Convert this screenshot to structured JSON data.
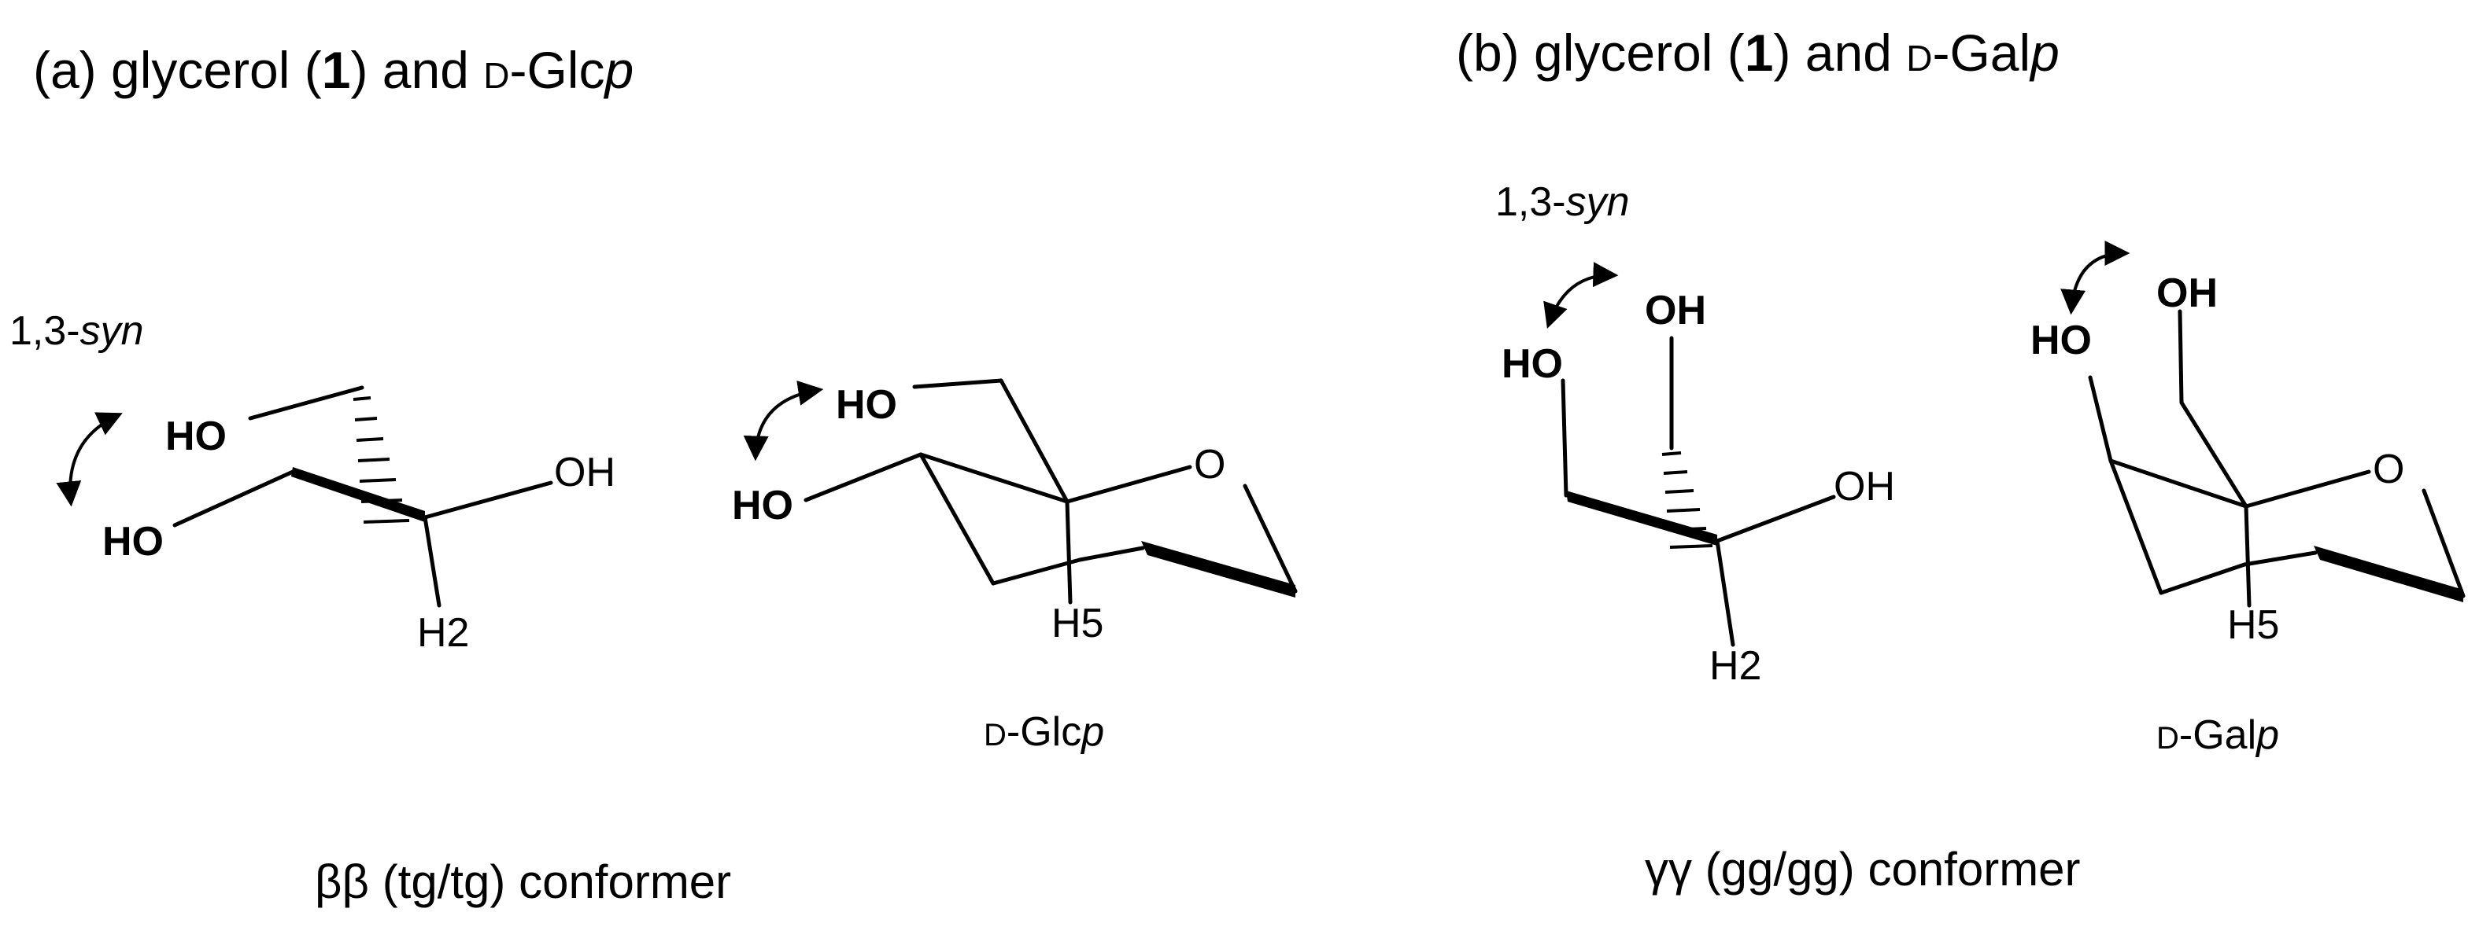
{
  "panels": [
    {
      "label": "(a) glycerol (",
      "compound_number": "1",
      "label_mid": ") and ",
      "sugar_prefix": "D",
      "sugar_root": "-Glc",
      "sugar_suffix": "p",
      "annotation_prefix": "1,3-",
      "annotation_italic": "syn",
      "glycerol": {
        "oh_blue": "HO",
        "oh_red": "HO",
        "oh_black": "OH",
        "h_label": "H2"
      },
      "sugar": {
        "oh_blue": "HO",
        "oh_red": "HO",
        "ring_o": "O",
        "h_label": "H5",
        "name_prefix": "D",
        "name_root": "-Glc",
        "name_suffix": "p"
      },
      "caption": "ββ (tg/tg) conformer"
    },
    {
      "label": "(b) glycerol (",
      "compound_number": "1",
      "label_mid": ") and ",
      "sugar_prefix": "D",
      "sugar_root": "-Gal",
      "sugar_suffix": "p",
      "annotation_prefix": "1,3-",
      "annotation_italic": "syn",
      "glycerol": {
        "oh_blue": "OH",
        "oh_red": "HO",
        "oh_black": "OH",
        "h_label": "H2"
      },
      "sugar": {
        "oh_blue": "OH",
        "oh_red": "HO",
        "ring_o": "O",
        "h_label": "H5",
        "name_prefix": "D",
        "name_root": "-Gal",
        "name_suffix": "p"
      },
      "caption": "γγ (gg/gg) conformer"
    }
  ],
  "colors": {
    "blue": "#1a1aff",
    "red": "#ff1a1a",
    "black": "#000000"
  }
}
